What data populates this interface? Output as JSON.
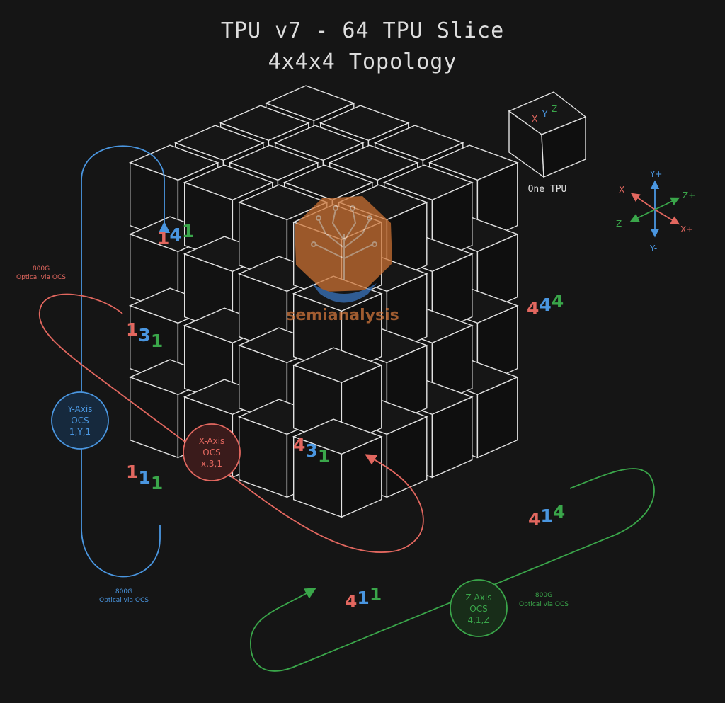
{
  "title": {
    "line1": "TPU v7 - 64 TPU Slice",
    "line2": "4x4x4 Topology"
  },
  "colors": {
    "background": "#151515",
    "x_axis": "#e2675f",
    "y_axis": "#4a96e0",
    "z_axis": "#3aa64a",
    "cube_line": "#e2e2e2"
  },
  "legend": {
    "cube_letters": {
      "x": "X",
      "y": "Y",
      "z": "Z"
    },
    "caption": "One TPU"
  },
  "axes": {
    "y_plus": "Y+",
    "y_minus": "Y-",
    "x_plus": "X+",
    "x_minus": "X-",
    "z_plus": "Z+",
    "z_minus": "Z-"
  },
  "tpu_labels": [
    {
      "id": "141",
      "x": "1",
      "y": "4",
      "z": "1"
    },
    {
      "id": "131",
      "x": "1",
      "y": "3",
      "z": "1"
    },
    {
      "id": "111",
      "x": "1",
      "y": "1",
      "z": "1"
    },
    {
      "id": "431",
      "x": "4",
      "y": "3",
      "z": "1"
    },
    {
      "id": "411",
      "x": "4",
      "y": "1",
      "z": "1"
    },
    {
      "id": "444",
      "x": "4",
      "y": "4",
      "z": "4"
    },
    {
      "id": "414",
      "x": "4",
      "y": "1",
      "z": "4"
    }
  ],
  "ocs": {
    "y": {
      "line1": "Y-Axis",
      "line2": "OCS",
      "line3": "1,Y,1"
    },
    "x": {
      "line1": "X-Axis",
      "line2": "OCS",
      "line3": "x,3,1"
    },
    "z": {
      "line1": "Z-Axis",
      "line2": "OCS",
      "line3": "4,1,Z"
    }
  },
  "links": {
    "x_link": {
      "line1": "800G",
      "line2": "Optical via OCS"
    },
    "y_link": {
      "line1": "800G",
      "line2": "Optical via OCS"
    },
    "z_link": {
      "line1": "800G",
      "line2": "Optical via OCS"
    }
  },
  "watermark": {
    "text": "semianalysis",
    "color": "#d97a3e"
  }
}
